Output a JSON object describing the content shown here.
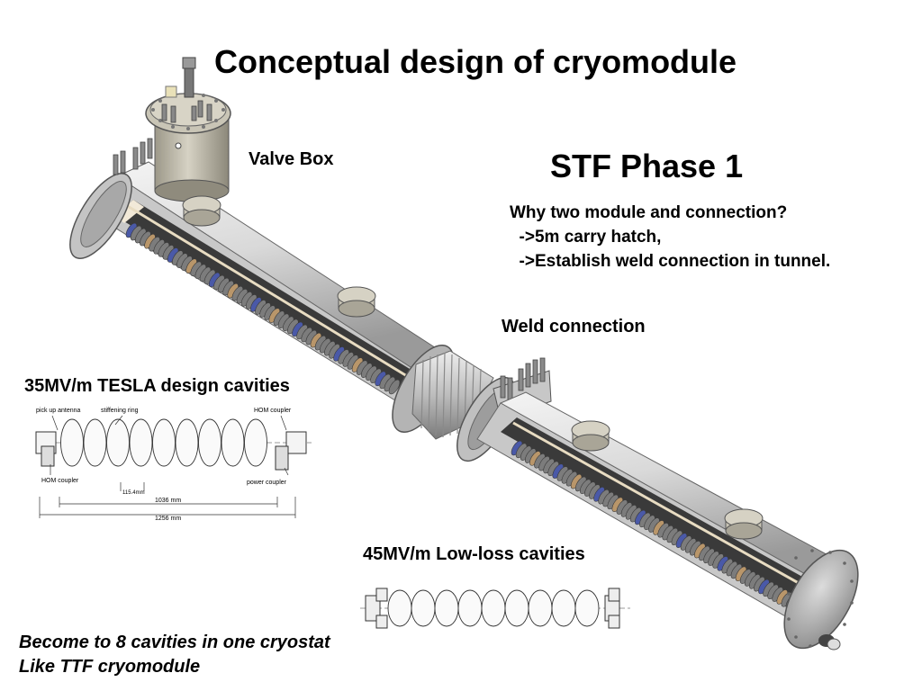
{
  "slide": {
    "title": "Conceptual design of cryomodule",
    "subtitle": "STF Phase 1",
    "valve_box_label": "Valve Box",
    "why_lines": [
      "Why two module and connection?",
      "  ->5m carry hatch,",
      "  ->Establish weld connection in tunnel."
    ],
    "weld_label": "Weld connection",
    "tesla_label": "35MV/m TESLA design cavities",
    "lowloss_label": "45MV/m Low-loss cavities",
    "bottom_lines": [
      "Become to 8 cavities in one cryostat",
      "Like TTF cryomodule"
    ]
  },
  "tesla_drawing": {
    "pickup": "pick up antenna",
    "stiffening": "stiffening ring",
    "hom_top": "HOM coupler",
    "hom_bottom": "HOM coupler",
    "power": "power coupler",
    "dim_small": "115.4mm",
    "dim_mid": "1036 mm",
    "dim_total": "1256 mm"
  }
}
